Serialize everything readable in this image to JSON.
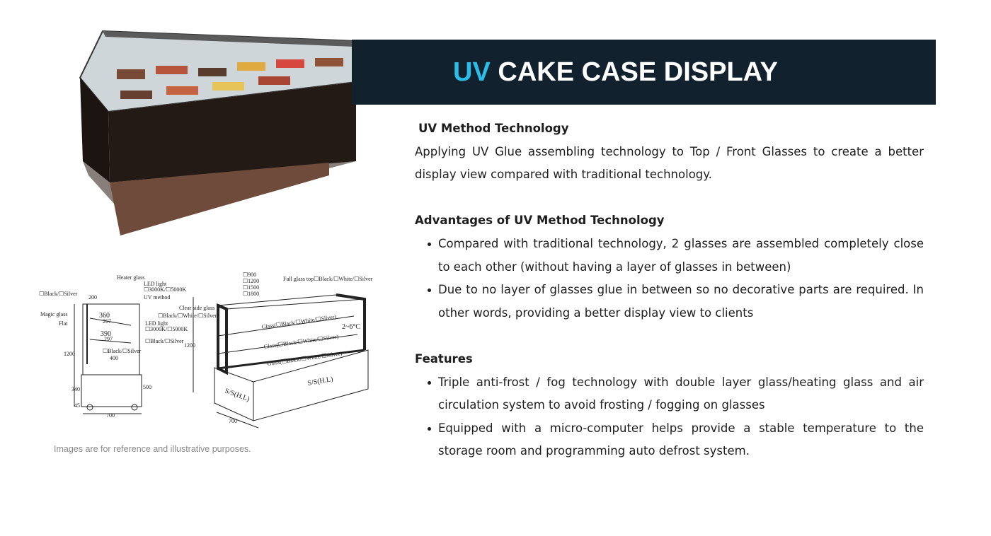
{
  "header": {
    "title_accent": "UV",
    "title_rest": " CAKE CASE DISPLAY",
    "accent_color": "#2bbde9",
    "banner_color": "#11212d"
  },
  "sections": [
    {
      "heading": "UV Method Technology",
      "paragraph": "Applying UV Glue assembling technology to Top / Front Glasses to create a better display view compared with traditional technology."
    },
    {
      "heading": "Advantages of UV Method Technology",
      "bullets": [
        "Compared with traditional technology, 2 glasses are assembled completely close to each other (without having a layer of glasses in between)",
        "Due to no layer of glasses glue in between so no decorative parts are required. In other words, providing a better display view to clients"
      ]
    },
    {
      "heading": "Features",
      "bullets": [
        "Triple anti-frost / fog technology with double layer glass/heating glass and air circulation system to avoid frosting / fogging on glasses",
        "Equipped with a micro-computer helps provide a stable temperature to the storage room and programming auto defrost system."
      ]
    }
  ],
  "caption": "Images are for reference and illustrative purposes.",
  "diagram": {
    "side": {
      "heater_glass": "Heater glass",
      "led_top": "LED light",
      "led_top_opts": "☐3000K/☐5000K",
      "uv_method": "UV method",
      "color_top": "☐Black/☐Silver",
      "w200": "200",
      "magic_glass": "Magic glass",
      "flat": "Flat",
      "d360": "360",
      "d267": "267",
      "d390": "390",
      "d297": "297",
      "led_mid": "LED light",
      "led_mid_opts": "☐3000K/☐5000K",
      "color_mid": "☐Black/☐Silver",
      "color_low": "☐Black/☐Silver",
      "d400": "400",
      "h1200": "1200",
      "h340": "340",
      "h500": "500",
      "h45": "45",
      "w700": "700"
    },
    "front": {
      "sizes": [
        "☐900",
        "☐1200",
        "☐1500",
        "☐1800"
      ],
      "full_glass_top": "Full glass top☐Black/☐White/☐Silver",
      "clear_side_glass": "Clear side glass",
      "side_colors": "☐Black/☐White/☐Silver",
      "shelf1": "Glass(☐Black/☐White/☐Silver)",
      "shelf2": "Glass(☐Black/☐White/☐Silver)",
      "shelf3": "Glass(☐Black/☐White/☐Silver)",
      "temp": "2~6°C",
      "h1200": "1200",
      "base_left": "S/S(H.L)",
      "base_front": "S/S(H.L)",
      "d700": "700"
    }
  }
}
